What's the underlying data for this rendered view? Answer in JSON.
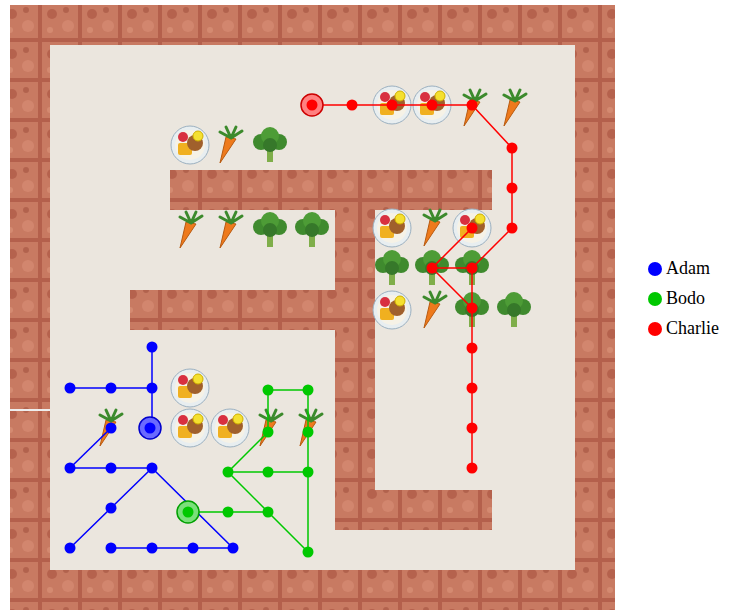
{
  "diagram": {
    "legend": [
      {
        "text": "Adam",
        "color": "#0000ff"
      },
      {
        "text": "Bodo",
        "color": "#00c800"
      },
      {
        "text": "Charlie",
        "color": "#ff0000"
      }
    ]
  }
}
